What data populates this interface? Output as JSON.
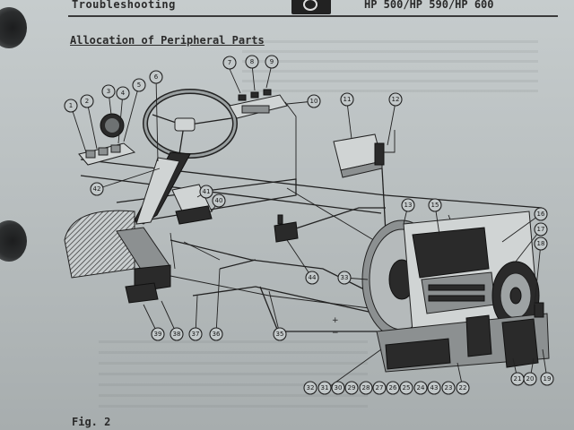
{
  "header": {
    "section": "Troubleshooting",
    "models": "HP 500/HP 590/HP 600"
  },
  "title": "Allocation of Peripheral Parts",
  "figure_label": "Fig. 2",
  "callouts": [
    {
      "label": "1"
    },
    {
      "label": "2"
    },
    {
      "label": "3"
    },
    {
      "label": "4"
    },
    {
      "label": "5"
    },
    {
      "label": "6"
    },
    {
      "label": "7"
    },
    {
      "label": "8"
    },
    {
      "label": "9"
    },
    {
      "label": "10"
    },
    {
      "label": "11"
    },
    {
      "label": "12"
    },
    {
      "label": "13"
    },
    {
      "label": "15"
    },
    {
      "label": "16"
    },
    {
      "label": "17"
    },
    {
      "label": "18"
    },
    {
      "label": "19"
    },
    {
      "label": "20"
    },
    {
      "label": "21"
    },
    {
      "label": "22"
    },
    {
      "label": "23"
    },
    {
      "label": "43"
    },
    {
      "label": "24"
    },
    {
      "label": "25"
    },
    {
      "label": "26"
    },
    {
      "label": "27"
    },
    {
      "label": "28"
    },
    {
      "label": "29"
    },
    {
      "label": "30"
    },
    {
      "label": "31"
    },
    {
      "label": "32"
    },
    {
      "label": "33"
    },
    {
      "label": "35"
    },
    {
      "label": "36"
    },
    {
      "label": "37"
    },
    {
      "label": "38"
    },
    {
      "label": "39"
    },
    {
      "label": "40"
    },
    {
      "label": "41"
    },
    {
      "label": "42"
    },
    {
      "label": "44"
    }
  ],
  "colors": {
    "paper": "#bcc2c3",
    "ink": "#222222",
    "background": "#3d4040"
  }
}
